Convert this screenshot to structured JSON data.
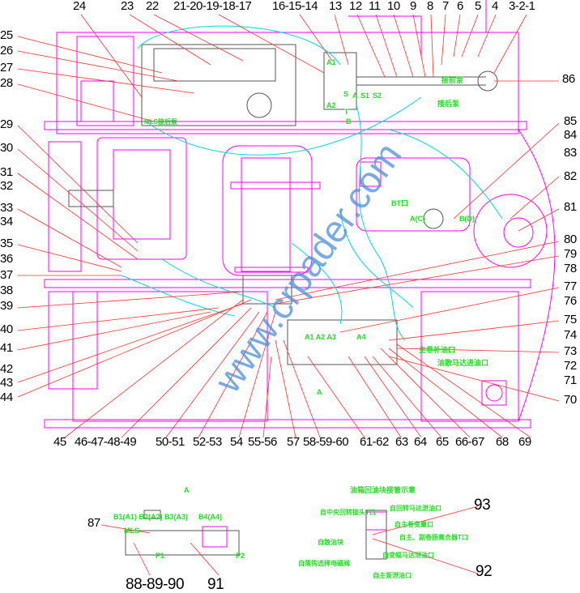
{
  "diagram": {
    "watermark": "www.crpader.com",
    "callouts_top": [
      "24",
      "23",
      "22",
      "21-20-19-18-17",
      "16-15-14",
      "13",
      "12",
      "11",
      "10",
      "9",
      "8",
      "7",
      "6",
      "5",
      "4",
      "3-2-1"
    ],
    "callouts_left": [
      "25",
      "26",
      "27",
      "28",
      "29",
      "30",
      "31",
      "32",
      "33",
      "34",
      "35",
      "36",
      "37",
      "38",
      "39",
      "40",
      "41",
      "42",
      "43",
      "44"
    ],
    "callouts_bottom": [
      "45",
      "46-47-48-49",
      "50-51",
      "52-53",
      "54",
      "55-56",
      "57",
      "58-59-60",
      "61-62",
      "63",
      "64",
      "65",
      "66-67",
      "68",
      "69"
    ],
    "callouts_right": [
      "86",
      "85",
      "84",
      "83",
      "82",
      "81",
      "80",
      "79",
      "78",
      "77",
      "76",
      "75",
      "74",
      "73",
      "72",
      "71",
      "70"
    ],
    "callouts_detail": [
      "87",
      "88-89-90",
      "91",
      "93",
      "92"
    ],
    "port_labels": {
      "a1": "A1",
      "a2": "A2",
      "s": "S",
      "a": "A",
      "s1": "S1",
      "s2": "S2",
      "t": "T",
      "b": "B",
      "front_pump": "接前泵",
      "rear_pump": "接后泵",
      "mls": "MLS接后泵",
      "bt": "BT口",
      "ac": "A(C)",
      "bd": "B(D)",
      "valve_top": "A1 A2 A3",
      "valve_a4": "A4",
      "valve_a": "A",
      "main_winch_fill": "主卷补油口",
      "motor_inlet": "油散马达进油口"
    },
    "detail_a": {
      "title": "A",
      "ports": "B1(A1) B2(A2) B3(A3)",
      "b4": "B4(A4)",
      "mls": "MLS",
      "p1": "P1",
      "p2": "P2"
    },
    "return_block": {
      "title": "油箱回油块接管示意",
      "labels": [
        "自中央回转接头T口",
        "自回转马达泄油口",
        "自主卷变量口",
        "自散油块",
        "自主、副卷扬离合器T口",
        "自变幅马达泄油口",
        "自落钩选择电磁阀",
        "自主泵泄油口"
      ]
    },
    "colors": {
      "frame": "#ff00ff",
      "hose": "#00d8e0",
      "leader": "#ff3030",
      "label": "#22dd22",
      "line": "#000000"
    }
  }
}
